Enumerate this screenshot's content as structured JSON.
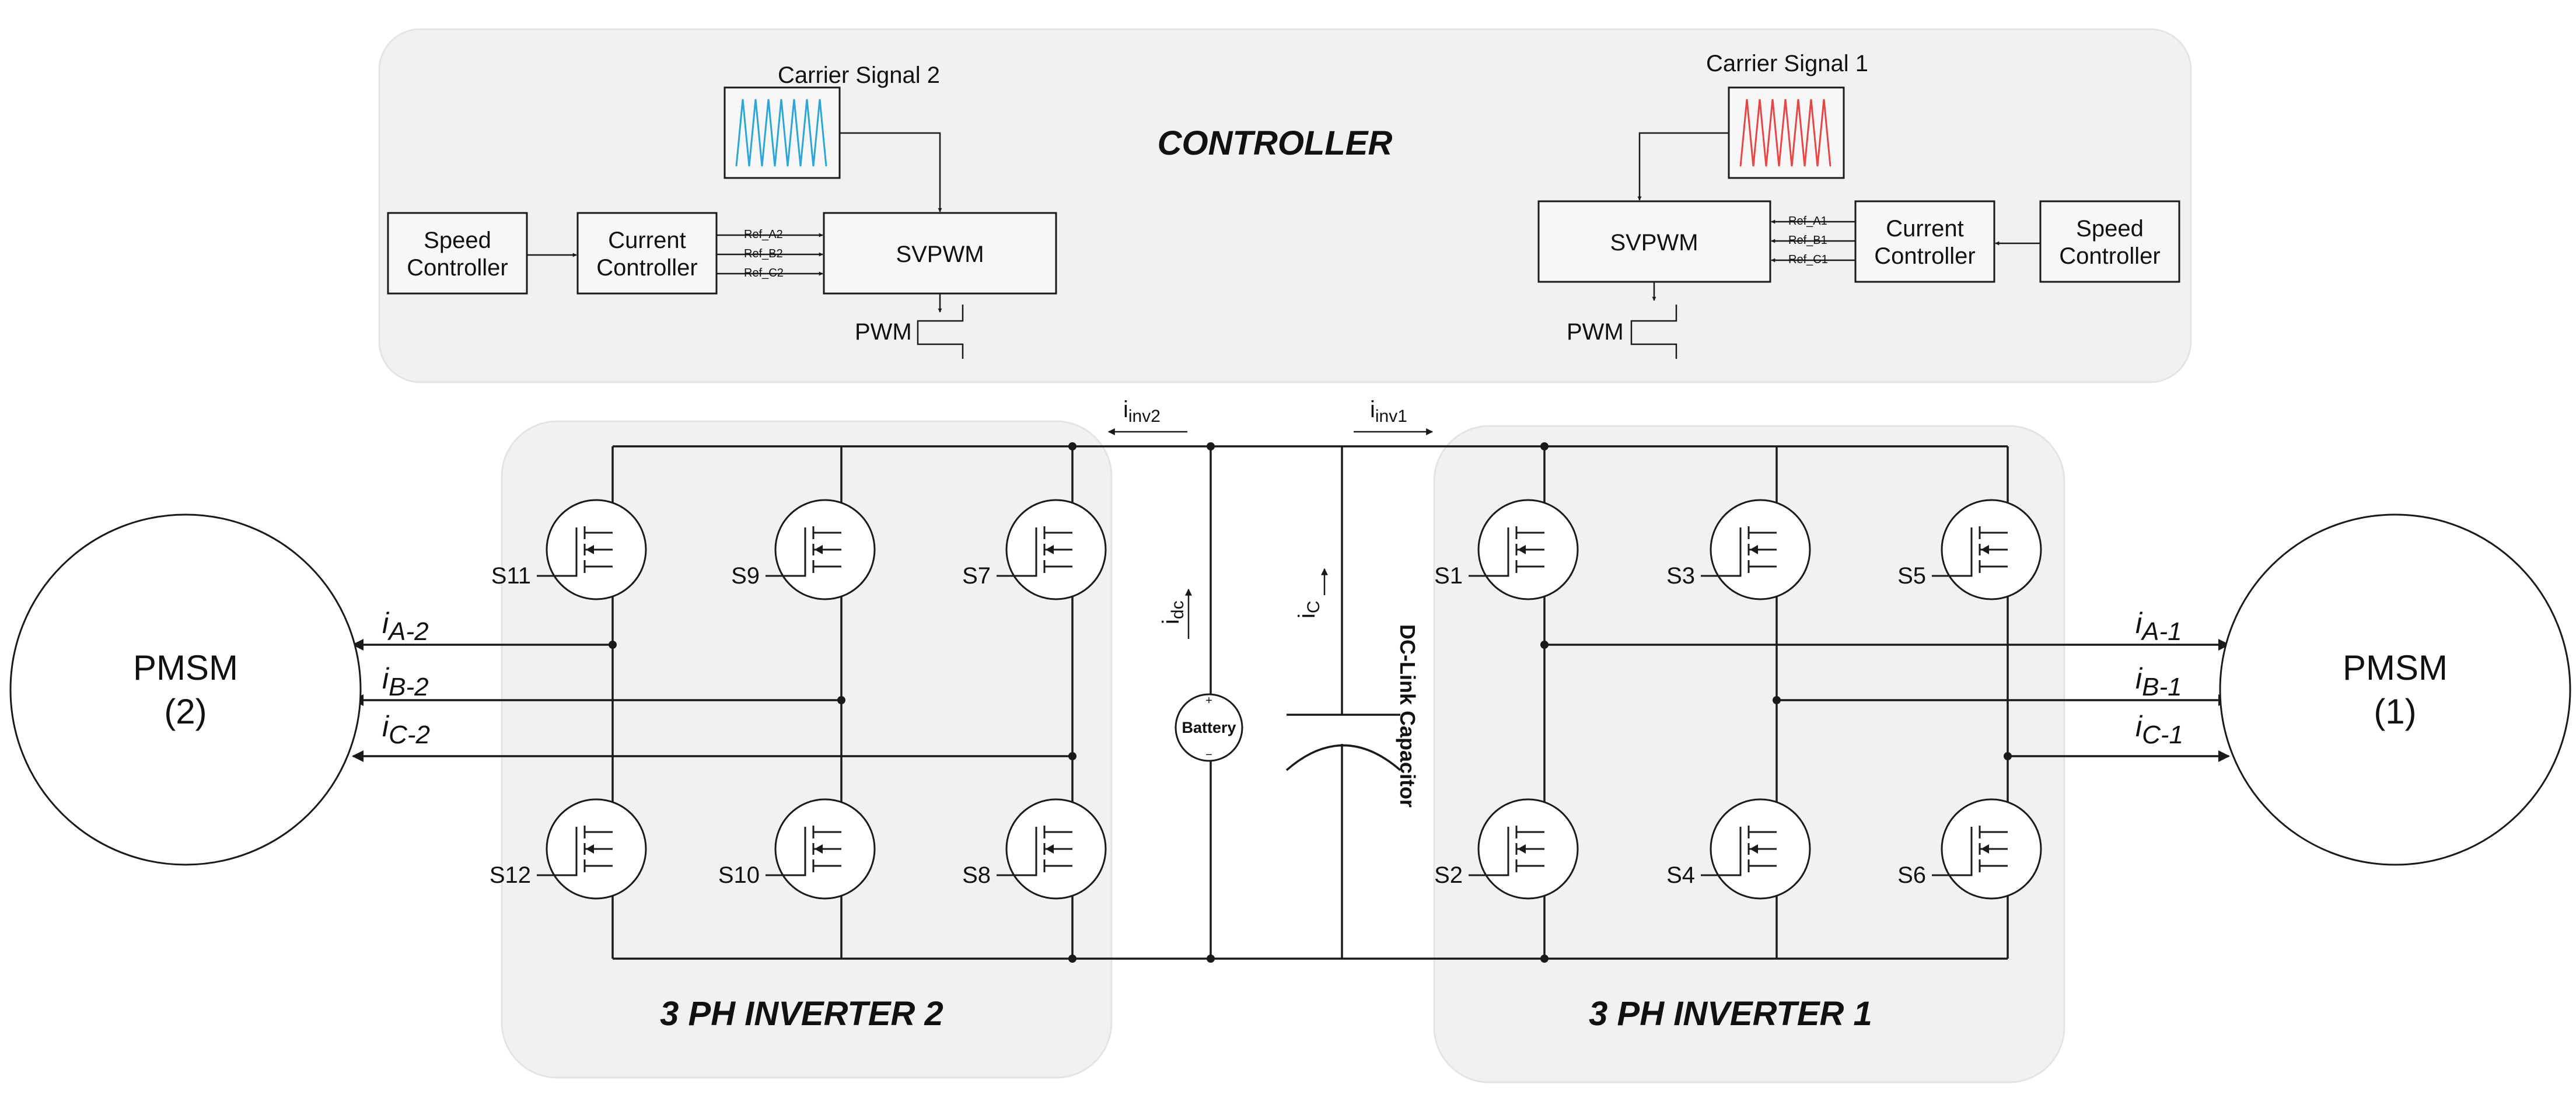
{
  "colors": {
    "panel": "#f1f1f1",
    "carrier_1": "#e84545",
    "carrier_2": "#2aa7d8"
  },
  "controller": {
    "title": "CONTROLLER",
    "carrier_2_label": "Carrier Signal 2",
    "carrier_1_label": "Carrier Signal 1",
    "left": {
      "speed_controller": [
        "Speed",
        "Controller"
      ],
      "current_controller": [
        "Current",
        "Controller"
      ],
      "svpwm": "SVPWM",
      "refs": [
        "Ref_A2",
        "Ref_B2",
        "Ref_C2"
      ],
      "pwm": "PWM"
    },
    "right": {
      "speed_controller": [
        "Speed",
        "Controller"
      ],
      "current_controller": [
        "Current",
        "Controller"
      ],
      "svpwm": "SVPWM",
      "refs": [
        "Ref_A1",
        "Ref_B1",
        "Ref_C1"
      ],
      "pwm": "PWM"
    }
  },
  "power_stage": {
    "inverter_2_title": "3 PH INVERTER 2",
    "inverter_1_title": "3 PH INVERTER 1",
    "inverter_2_switches": [
      "S11",
      "S9",
      "S7",
      "S12",
      "S10",
      "S8"
    ],
    "inverter_1_switches": [
      "S1",
      "S3",
      "S5",
      "S2",
      "S4",
      "S6"
    ],
    "i_inv2": {
      "main": "i",
      "sub": "inv2"
    },
    "i_inv1": {
      "main": "i",
      "sub": "inv1"
    },
    "i_dc": {
      "main": "i",
      "sub": "dc"
    },
    "i_c": {
      "main": "i",
      "sub": "C"
    },
    "battery": "Battery",
    "battery_plus": "+",
    "battery_minus": "−",
    "dc_link_capacitor": "DC-Link Capacitor"
  },
  "motors": {
    "left": {
      "name": "PMSM",
      "index": "(2)"
    },
    "right": {
      "name": "PMSM",
      "index": "(1)"
    }
  },
  "phase_currents": {
    "left": [
      {
        "main": "i",
        "sub": "A-2"
      },
      {
        "main": "i",
        "sub": "B-2"
      },
      {
        "main": "i",
        "sub": "C-2"
      }
    ],
    "right": [
      {
        "main": "i",
        "sub": "A-1"
      },
      {
        "main": "i",
        "sub": "B-1"
      },
      {
        "main": "i",
        "sub": "C-1"
      }
    ]
  }
}
